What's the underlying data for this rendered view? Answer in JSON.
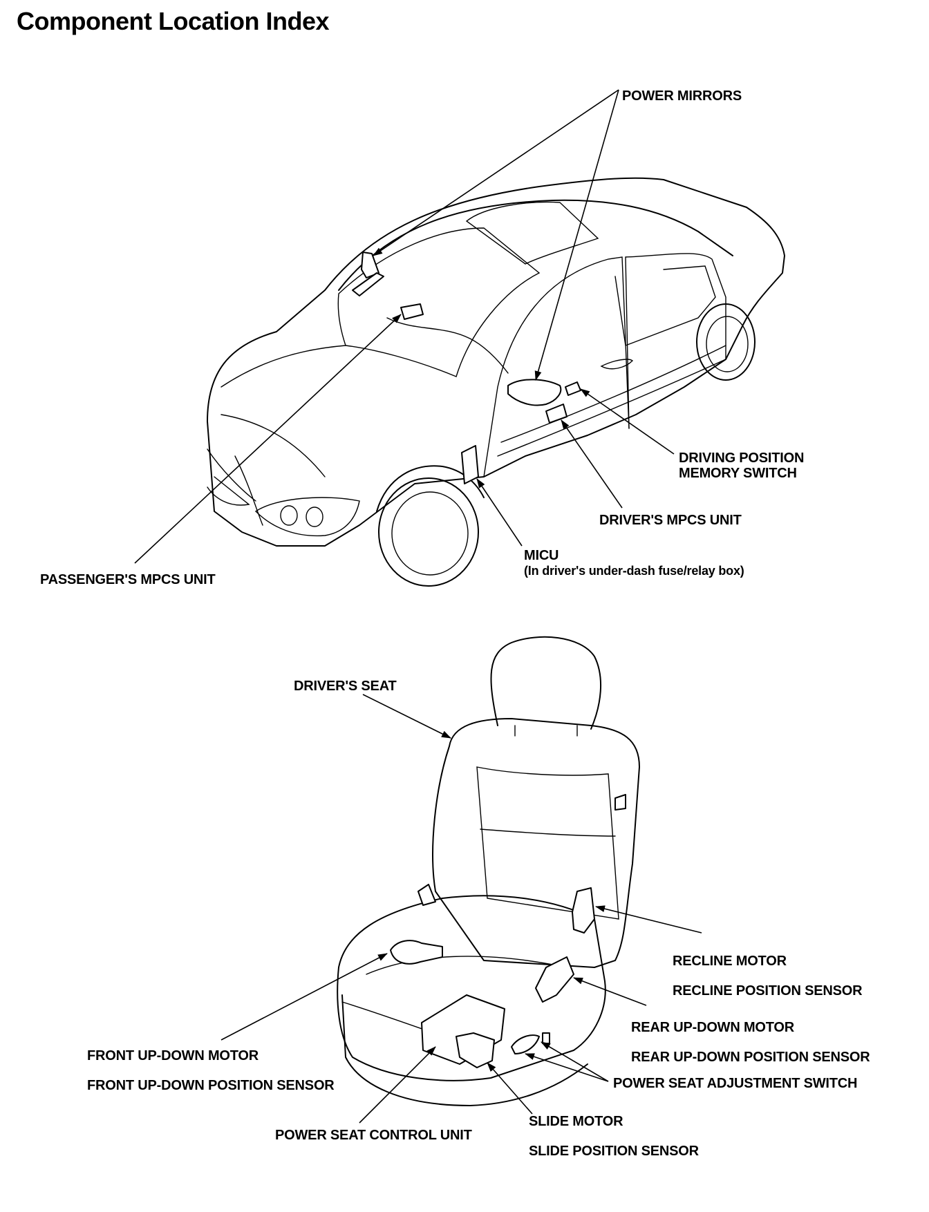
{
  "page": {
    "title": "Component Location Index"
  },
  "car_labels": {
    "power_mirrors": "POWER MIRRORS",
    "driving_position_memory_switch_line1": "DRIVING POSITION",
    "driving_position_memory_switch_line2": "MEMORY SWITCH",
    "drivers_mpcs_unit": "DRIVER'S MPCS UNIT",
    "micu": "MICU",
    "micu_note": "(In driver's under-dash fuse/relay box)",
    "passengers_mpcs_unit": "PASSENGER'S MPCS UNIT"
  },
  "seat_labels": {
    "drivers_seat": "DRIVER'S SEAT",
    "recline_motor": "RECLINE MOTOR",
    "recline_position_sensor": "RECLINE POSITION SENSOR",
    "rear_up_down_motor": "REAR UP-DOWN MOTOR",
    "rear_up_down_position_sensor": "REAR UP-DOWN POSITION SENSOR",
    "power_seat_adjustment_switch": "POWER SEAT ADJUSTMENT SWITCH",
    "front_up_down_motor": "FRONT UP-DOWN MOTOR",
    "front_up_down_position_sensor": "FRONT UP-DOWN POSITION SENSOR",
    "power_seat_control_unit": "POWER SEAT CONTROL UNIT",
    "slide_motor": "SLIDE MOTOR",
    "slide_position_sensor": "SLIDE POSITION SENSOR"
  }
}
